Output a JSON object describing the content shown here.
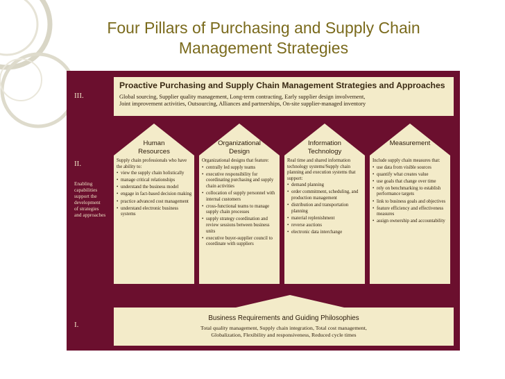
{
  "slide": {
    "title_lines": [
      "Four Pillars of Purchasing and Supply Chain",
      "Management Strategies"
    ]
  },
  "colors": {
    "frame": "#6b0f2e",
    "panel": "#f3ebc9",
    "title": "#7a6a1c"
  },
  "diagram": {
    "levels": {
      "top": "III.",
      "middle": "II.",
      "bottom": "I."
    },
    "side_text": [
      "Enabling",
      "capabilities",
      "support the",
      "development",
      "of strategies",
      "and approaches"
    ],
    "top": {
      "title": "Proactive Purchasing and Supply Chain Management Strategies and Approaches",
      "lines": [
        "Global sourcing, Supplier quality management, Long-term contracting, Early supplier design involvement,",
        "Joint improvement activities, Outsourcing, Alliances and partnerships, On-site supplier-managed inventory"
      ]
    },
    "pillars": [
      {
        "title_lines": [
          "Human",
          "Resources"
        ],
        "intro": "Supply chain professionals who have the ability to:",
        "bullets": [
          "view the supply chain holistically",
          "manage critical relationships",
          "understand the business model",
          "engage in fact-based decision making",
          "practice advanced cost management",
          "understand electronic business systems"
        ]
      },
      {
        "title_lines": [
          "Organizational",
          "Design"
        ],
        "intro": "Organizational designs that feature:",
        "bullets": [
          "centrally led supply teams",
          "executive responsibility for coordinating purchasing and supply chain activities",
          "collocation of supply personnel with internal customers",
          "cross-functional teams to manage supply chain processes",
          "supply strategy coordination and review sessions between business units",
          "executive buyer-supplier council to coordinate with suppliers"
        ]
      },
      {
        "title_lines": [
          "Information",
          "Technology"
        ],
        "intro": "Real time and shared information technology systems/Supply chain planning and execution systems that support:",
        "bullets": [
          "demand planning",
          "order commitment, scheduling, and production management",
          "distribution and transportation planning",
          "material replenishment",
          "reverse auctions",
          "electronic data interchange"
        ]
      },
      {
        "title_lines": [
          "Measurement"
        ],
        "intro": "Include supply chain measures that:",
        "bullets": [
          "use data from visible sources",
          "quantify what creates value",
          "use goals that change over time",
          "rely on benchmarking to establish performance targets",
          "link to business goals and objectives",
          "feature efficiency and effectiveness measures",
          "assign ownership and accountability"
        ]
      }
    ],
    "base": {
      "title": "Business Requirements and Guiding Philosophies",
      "lines": [
        "Total quality management, Supply chain integration, Total cost management,",
        "Globalization, Flexibility and responsiveness, Reduced cycle times"
      ]
    }
  }
}
